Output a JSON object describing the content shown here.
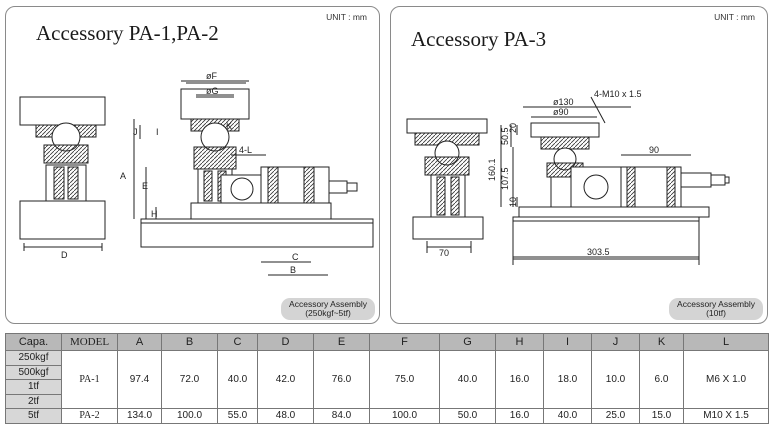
{
  "panels": {
    "left": {
      "title": "Accessory PA-1,PA-2",
      "unit": "UNIT : mm",
      "badge_line1": "Accessory Assembly",
      "badge_line2": "(250kgf~5tf)",
      "dim_labels": {
        "phiF": "øF",
        "phiG": "øG",
        "fourL": "4-L",
        "A": "A",
        "E": "E",
        "H": "H",
        "I": "I",
        "J": "J",
        "K": "K",
        "C": "C",
        "B": "B",
        "D": "D"
      }
    },
    "right": {
      "title": "Accessory PA-3",
      "unit": "UNIT : mm",
      "badge_line1": "Accessory Assembly",
      "badge_line2": "(10tf)",
      "dim_labels": {
        "d130": "ø130",
        "d90": "ø90",
        "m10": "4-M10 x 1.5",
        "v160": "160.1",
        "v107": "107.5",
        "v50": "50.5",
        "v20": "20",
        "v10": "10",
        "h90": "90",
        "h70": "70",
        "h303": "303.5"
      }
    }
  },
  "table": {
    "headers": [
      "Capa.",
      "MODEL",
      "A",
      "B",
      "C",
      "D",
      "E",
      "F",
      "G",
      "H",
      "I",
      "J",
      "K",
      "L"
    ],
    "capacities": [
      "250kgf",
      "500kgf",
      "1tf",
      "2tf",
      "5tf"
    ],
    "rows": [
      {
        "model": "PA-1",
        "values": [
          "97.4",
          "72.0",
          "40.0",
          "42.0",
          "76.0",
          "75.0",
          "40.0",
          "16.0",
          "18.0",
          "10.0",
          "6.0",
          "M6 X 1.0"
        ]
      },
      {
        "model": "PA-2",
        "values": [
          "134.0",
          "100.0",
          "55.0",
          "48.0",
          "84.0",
          "100.0",
          "50.0",
          "16.0",
          "40.0",
          "25.0",
          "15.0",
          "M10 X 1.5"
        ]
      }
    ]
  }
}
